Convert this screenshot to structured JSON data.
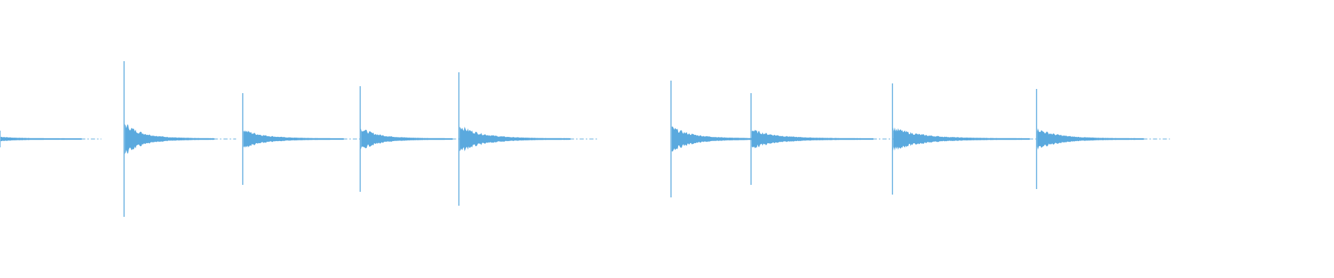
{
  "waveform": {
    "color": "#5aa9de",
    "background": "#ffffff",
    "hits": [
      {
        "time": 0.0,
        "peak": 0.06,
        "decay": 0.076
      },
      {
        "time": 0.093,
        "peak": 0.56,
        "decay": 0.084
      },
      {
        "time": 0.182,
        "peak": 0.33,
        "decay": 0.094
      },
      {
        "time": 0.27,
        "peak": 0.38,
        "decay": 0.086
      },
      {
        "time": 0.344,
        "peak": 0.48,
        "decay": 0.104
      },
      {
        "time": 0.503,
        "peak": 0.42,
        "decay": 0.098
      },
      {
        "time": 0.563,
        "peak": 0.33,
        "decay": 0.114
      },
      {
        "time": 0.669,
        "peak": 0.4,
        "decay": 0.128
      },
      {
        "time": 0.777,
        "peak": 0.36,
        "decay": 0.1
      }
    ]
  }
}
